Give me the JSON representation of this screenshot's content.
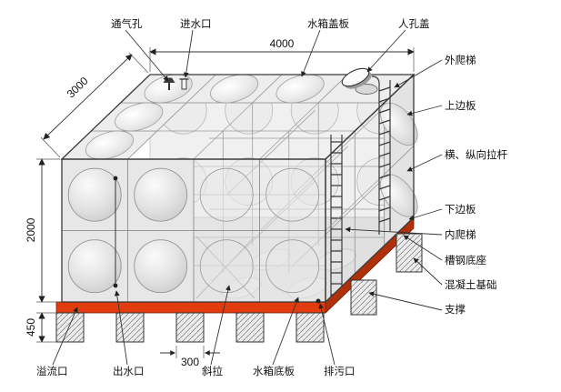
{
  "dimensions": {
    "width": "4000",
    "depth": "3000",
    "height": "2000",
    "base_height": "450",
    "support_width": "300"
  },
  "labels": {
    "vent_hole": "通气孔",
    "water_inlet": "进水口",
    "tank_cover_plate": "水箱盖板",
    "manhole_cover": "人孔盖",
    "external_ladder": "外爬梯",
    "upper_side_plate": "上边板",
    "tie_rods": "横、纵向拉杆",
    "lower_side_plate": "下边板",
    "internal_ladder": "内爬梯",
    "channel_steel_base": "槽钢底座",
    "concrete_foundation": "混凝土基础",
    "support": "支撑",
    "overflow_port": "溢流口",
    "water_outlet": "出水口",
    "diagonal_brace": "斜拉",
    "tank_bottom_plate": "水箱底板",
    "drain_port": "排污口"
  },
  "colors": {
    "base_red": "#e23b0e",
    "base_red_dark": "#b0300a",
    "outline": "#3a3a3a",
    "panel_fill": "#e7e7e7"
  }
}
